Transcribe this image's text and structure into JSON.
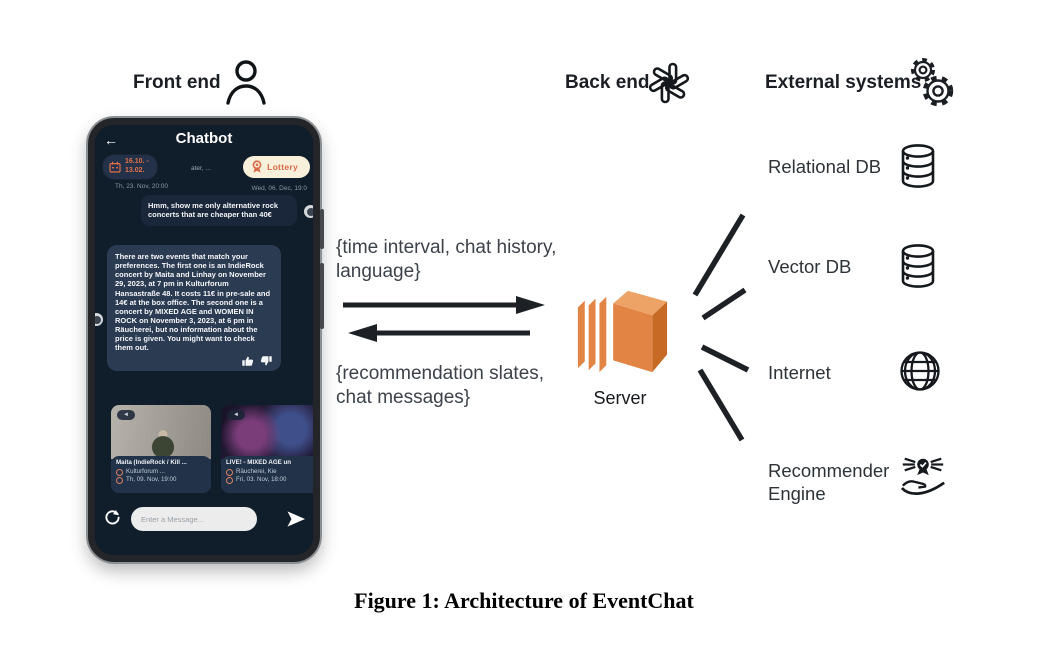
{
  "header": {
    "front_end": "Front end",
    "back_end": "Back end",
    "external_systems": "External systems"
  },
  "phone": {
    "back_icon": "←",
    "title": "Chatbot",
    "chips": {
      "date_line1": "16.10. -",
      "date_line2": "13.02.",
      "partial_left_text": "ater, ...",
      "partial_left_time": "Th, 23. Nov, 20:00",
      "lottery": "Lottery",
      "partial_right_time": "Wed, 06. Dec, 19:0"
    },
    "user_message": "Hmm, show me only alternative rock concerts that are cheaper than 40€",
    "bot_message": "There are two events that match your preferences. The first one is an IndieRock concert by Maita and Linhay on November 29, 2023, at 7 pm in Kulturforum Hansastraße 48. It costs 11€ in pre-sale and 14€ at the box office. The second one is a concert by MIXED AGE and WOMEN IN ROCK on November 3, 2023, at 6 pm in Räucherei, but no information about the price is given. You might want to check them out.",
    "cards": [
      {
        "badge": "◄",
        "title": "Maita (IndieRock / Kill ...",
        "venue": "Kulturforum ...",
        "time": "Th, 09. Nov, 19:00"
      },
      {
        "badge": "◄",
        "title": "LIVE! - MIXED AGE un",
        "venue": "Räucherei, Kie",
        "time": "Fri, 03. Nov, 18:00"
      }
    ],
    "input_placeholder": "Enter a Message..."
  },
  "flow": {
    "request_label": "{time interval, chat history, language}",
    "response_label": "{recommendation slates, chat messages}",
    "server": "Server"
  },
  "external": {
    "items": [
      {
        "label": "Relational DB",
        "icon": "database-icon"
      },
      {
        "label": "Vector DB",
        "icon": "database-icon"
      },
      {
        "label": "Internet",
        "icon": "globe-icon"
      },
      {
        "label": "Recommender Engine",
        "icon": "recommender-engine-icon"
      }
    ]
  },
  "figure": {
    "caption": "Figure 1: Architecture of EventChat"
  },
  "icons": {
    "front_end": "person-icon",
    "back_end": "openai-icon",
    "external_systems": "gears-icon",
    "server": "aws-server-icon",
    "phone": [
      "back-arrow-icon",
      "calendar-icon",
      "medal-icon",
      "thumb-up-icon",
      "thumb-down-icon",
      "refresh-icon",
      "send-icon"
    ]
  },
  "colors": {
    "server_orange": "#e28443",
    "server_orange_dark": "#c76a26",
    "server_orange_light": "#eda266",
    "accent_orange": "#e2714c",
    "lottery_bg": "#f8f0da",
    "phone_bg": "#101d2b",
    "bot_bubble": "#2b3b52",
    "user_bubble": "#1a2639",
    "line_color": "#1d2126"
  }
}
